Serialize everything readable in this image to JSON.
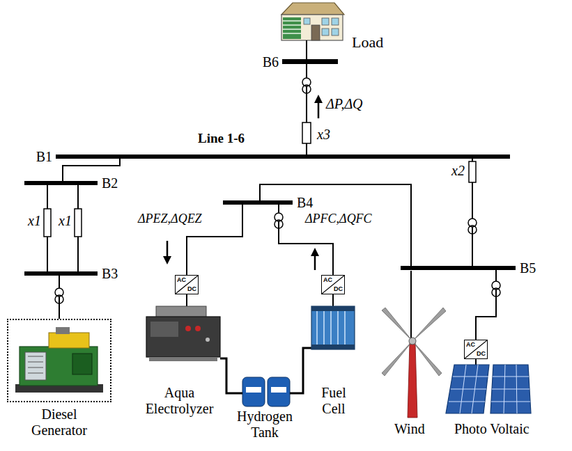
{
  "diagram": {
    "nodes": [
      {
        "text": [
          "B6"
        ]
      },
      {
        "text": [
          "B1"
        ]
      },
      {
        "text": [
          "B2"
        ]
      },
      {
        "text": [
          "B4"
        ]
      },
      {
        "text": [
          "B3"
        ]
      },
      {
        "text": [
          "AC",
          "DC"
        ]
      },
      {
        "text": [
          "AC",
          "DC"
        ]
      },
      {
        "text": [
          "B5"
        ]
      },
      {
        "text": [
          "AC",
          "DC"
        ]
      },
      {
        "text": [
          "Diesel Generator"
        ]
      }
    ],
    "edges": [
      {
        "from": 1,
        "to": 0,
        "arrow": "none"
      },
      {
        "from": 1,
        "to": 2,
        "arrow": "none"
      },
      {
        "from": 2,
        "to": 4,
        "arrow": "none"
      },
      {
        "from": 2,
        "to": 4,
        "arrow": "none"
      },
      {
        "from": 4,
        "to": 9,
        "arrow": "none"
      },
      {
        "from": 3,
        "to": 7,
        "arrow": "none"
      },
      {
        "from": 1,
        "to": 7,
        "arrow": "none"
      },
      {
        "from": 3,
        "to": 5,
        "arrow": "none"
      },
      {
        "from": 3,
        "to": 6,
        "arrow": "none"
      },
      {
        "from": 7,
        "to": 8,
        "arrow": "none"
      }
    ],
    "labels": [
      "Load",
      "ΔP,ΔQ",
      "Line 1-6",
      "x3",
      "x1",
      "x1",
      "ΔPEZ,ΔQEZ",
      "ΔPFC,ΔQFC",
      "x2",
      "Aqua Electrolyzer",
      "Hydrogen Tank",
      "Fuel Cell",
      "Wind",
      "Photo Voltaic"
    ]
  }
}
